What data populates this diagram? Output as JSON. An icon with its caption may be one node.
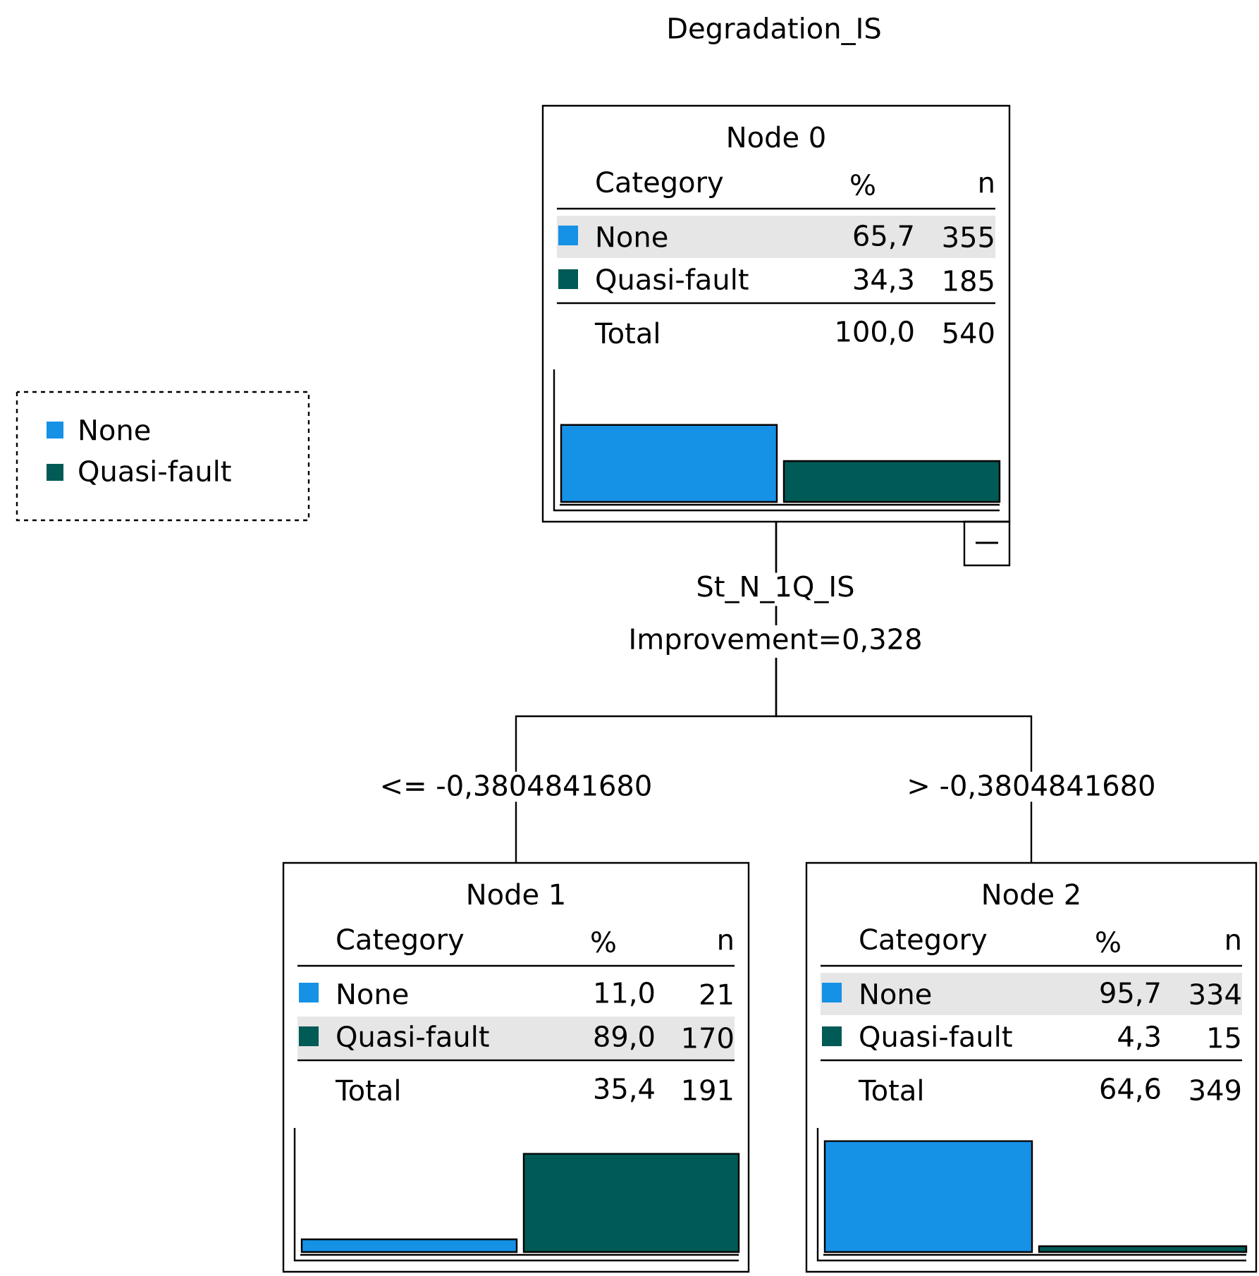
{
  "diagram": {
    "title": "Degradation_IS",
    "nodes": [
      {
        "text": [
          "Node 0",
          "Category",
          "%",
          "n",
          "None",
          "65,7",
          "355",
          "Quasi-fault",
          "34,3",
          "185",
          "Total",
          "100,0",
          "540"
        ]
      },
      {
        "text": [
          "Node 1",
          "Category",
          "%",
          "n",
          "None",
          "11,0",
          "21",
          "Quasi-fault",
          "89,0",
          "170",
          "Total",
          "35,4",
          "191"
        ]
      },
      {
        "text": [
          "Node 2",
          "Category",
          "%",
          "n",
          "None",
          "95,7",
          "334",
          "Quasi-fault",
          "4,3",
          "15",
          "Total",
          "64,6",
          "349"
        ]
      }
    ],
    "edges": [
      {
        "from": 0,
        "to": 1,
        "arrow": "none",
        "label": "<= -0,3804841680"
      },
      {
        "from": 0,
        "to": 2,
        "arrow": "none",
        "label": "> -0,3804841680"
      }
    ],
    "labels": [
      "St_N_1Q_IS",
      "Improvement=0,328"
    ],
    "legend": [
      {
        "text": "None",
        "color": "#1591e6"
      },
      {
        "text": "Quasi-fault",
        "color": "#005a55"
      }
    ]
  }
}
